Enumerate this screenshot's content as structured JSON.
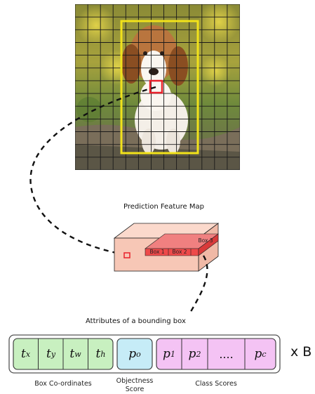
{
  "diagram": {
    "feature_map_title": "Prediction Feature Map",
    "slice_labels": [
      "Box 1",
      "Box 2",
      "Box 3"
    ],
    "attributes_title": "Attributes of a bounding box",
    "box_coords": {
      "cells": [
        {
          "base": "t",
          "sub": "x"
        },
        {
          "base": "t",
          "sub": "y"
        },
        {
          "base": "t",
          "sub": "w"
        },
        {
          "base": "t",
          "sub": "h"
        }
      ],
      "caption": "Box Co-ordinates"
    },
    "objectness": {
      "cell": {
        "base": "p",
        "sub": "o"
      },
      "caption_line1": "Objectness",
      "caption_line2": "Score"
    },
    "class_scores": {
      "cells": [
        {
          "base": "p",
          "sub": "1"
        },
        {
          "base": "p",
          "sub": "2"
        },
        {
          "base": "....",
          "sub": ""
        },
        {
          "base": "p",
          "sub": "c"
        }
      ],
      "caption": "Class Scores"
    },
    "multiplier": "x B",
    "colors": {
      "grid_line": "#1a1a1a",
      "bbox_yellow": "#f2e21a",
      "cell_red": "#e8202a",
      "cube_face": "#f7c7b6",
      "slice_red": "#ee4a4a",
      "box_green": "#c8f0c0",
      "box_blue": "#c6ecf7",
      "box_pink": "#f4c3f4"
    },
    "icons": [
      "dog-photo",
      "grid-overlay",
      "dashed-connector-arrow"
    ]
  }
}
